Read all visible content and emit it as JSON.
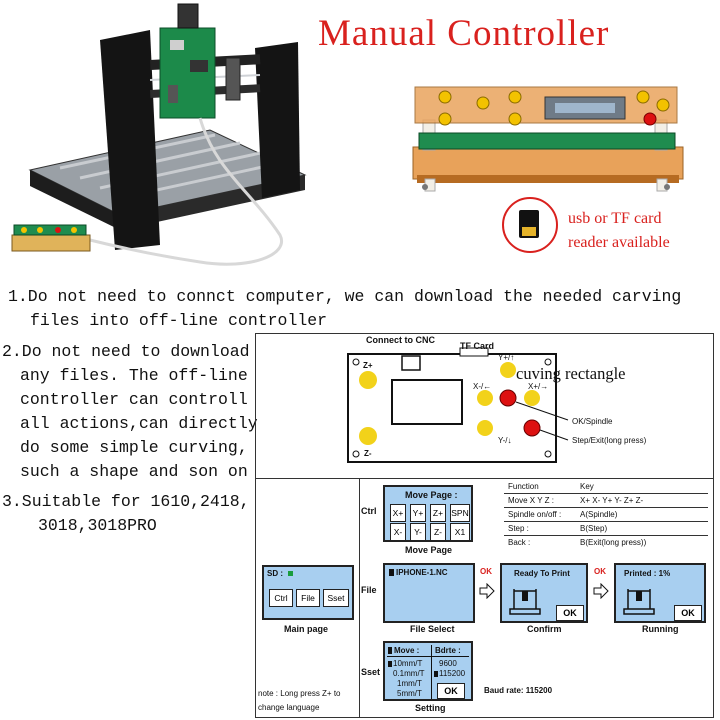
{
  "header": {
    "title": "Manual Controller",
    "tf_note_line1": "usb or TF card",
    "tf_note_line2": "reader available"
  },
  "notes": {
    "n1_line1": "1.Do not need to connct computer, we can download the needed carving",
    "n1_line2": "files into off-line controller",
    "n2_lines": [
      "2.Do not need to download",
      "any files. The off-line",
      "controller can controll",
      "all actions,can directly",
      "do some simple curving,",
      "such a shape and son on"
    ],
    "n3_line1": "3.Suitable for 1610,2418,",
    "n3_line2": "3018,3018PRO"
  },
  "board": {
    "connect_label": "Connect to CNC",
    "tf_label": "TF Card",
    "curving_label": "cuving rectangle",
    "y_up": "Y+/↑",
    "x_minus": "X-/←",
    "x_plus": "X+/→",
    "y_down": "Y-/↓",
    "z_plus": "Z+",
    "z_minus": "Z-",
    "ok_label": "OK/Spindle",
    "step_label": "Step/Exit(long press)"
  },
  "ctrl": {
    "row_label": "Ctrl",
    "move_header": "Move Page :",
    "keys_row1": [
      "X+",
      "Y+",
      "Z+",
      "SPN"
    ],
    "keys_row2": [
      "X-",
      "Y-",
      "Z-",
      "X1"
    ],
    "caption": "Move Page"
  },
  "function_table": {
    "head_function": "Function",
    "head_key": "Key",
    "rows": [
      {
        "function": "Move X Y Z :",
        "key": "X+  X-  Y+  Y-  Z+  Z-"
      },
      {
        "function": "Spindle on/off :",
        "key": "A(Spindle)"
      },
      {
        "function": "Step :",
        "key": "B(Step)"
      },
      {
        "function": "Back :",
        "key": "B(Exit(long press))"
      }
    ]
  },
  "main_page": {
    "sd_label": "SD :",
    "buttons": [
      "Ctrl",
      "File",
      "Sset"
    ],
    "caption": "Main page"
  },
  "file_row": {
    "row_label": "File",
    "file_name": "IPHONE-1.NC",
    "caption": "File Select",
    "ok1": "OK",
    "ready_title": "Ready To Print",
    "ok_button": "OK",
    "confirm_caption": "Confirm",
    "ok2": "OK",
    "printed_title": "Printed : 1%",
    "running_caption": "Running"
  },
  "sset": {
    "row_label": "Sset",
    "move_header": "Move :",
    "bdrte_header": "Bdrte :",
    "rows": [
      {
        "move": "10mm/T",
        "rate": "9600"
      },
      {
        "move": "0.1mm/T",
        "rate": "115200"
      },
      {
        "move": "1mm/T",
        "rate": ""
      },
      {
        "move": "5mm/T",
        "rate": ""
      }
    ],
    "ok_button": "OK",
    "caption": "Setting",
    "baud_note": "Baud rate: 115200",
    "footnote_line1": "note : Long press Z+ to",
    "footnote_line2": "change language"
  }
}
